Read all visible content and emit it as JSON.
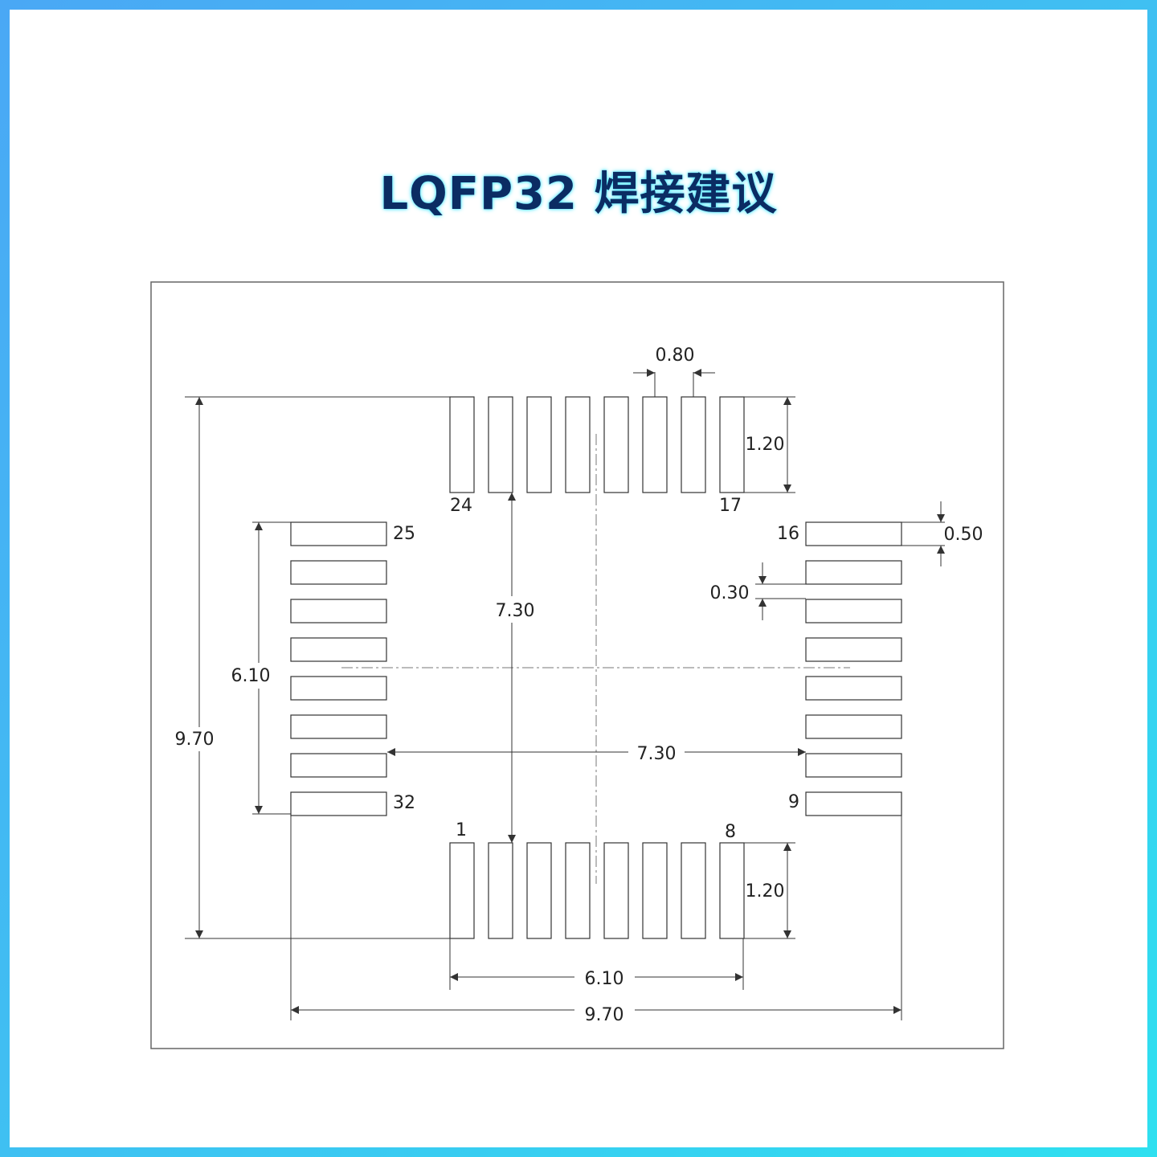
{
  "title": "LQFP32 焊接建议",
  "dimensions": {
    "pitch": "0.80",
    "pad_length_top": "1.20",
    "pad_length_bottom": "1.20",
    "pad_width": "0.50",
    "pad_gap": "0.30",
    "inner_span_vertical": "7.30",
    "inner_span_horizontal": "7.30",
    "row_span_left": "6.10",
    "row_span_bottom": "6.10",
    "outer_span_left": "9.70",
    "outer_span_bottom": "9.70"
  },
  "pin_labels": {
    "p1": "1",
    "p8": "8",
    "p9": "9",
    "p16": "16",
    "p17": "17",
    "p24": "24",
    "p25": "25",
    "p32": "32"
  },
  "colors": {
    "line": "#333333",
    "pad_stroke": "#333333",
    "title": "#0b2c63",
    "title_glow": "#55e6ff"
  }
}
